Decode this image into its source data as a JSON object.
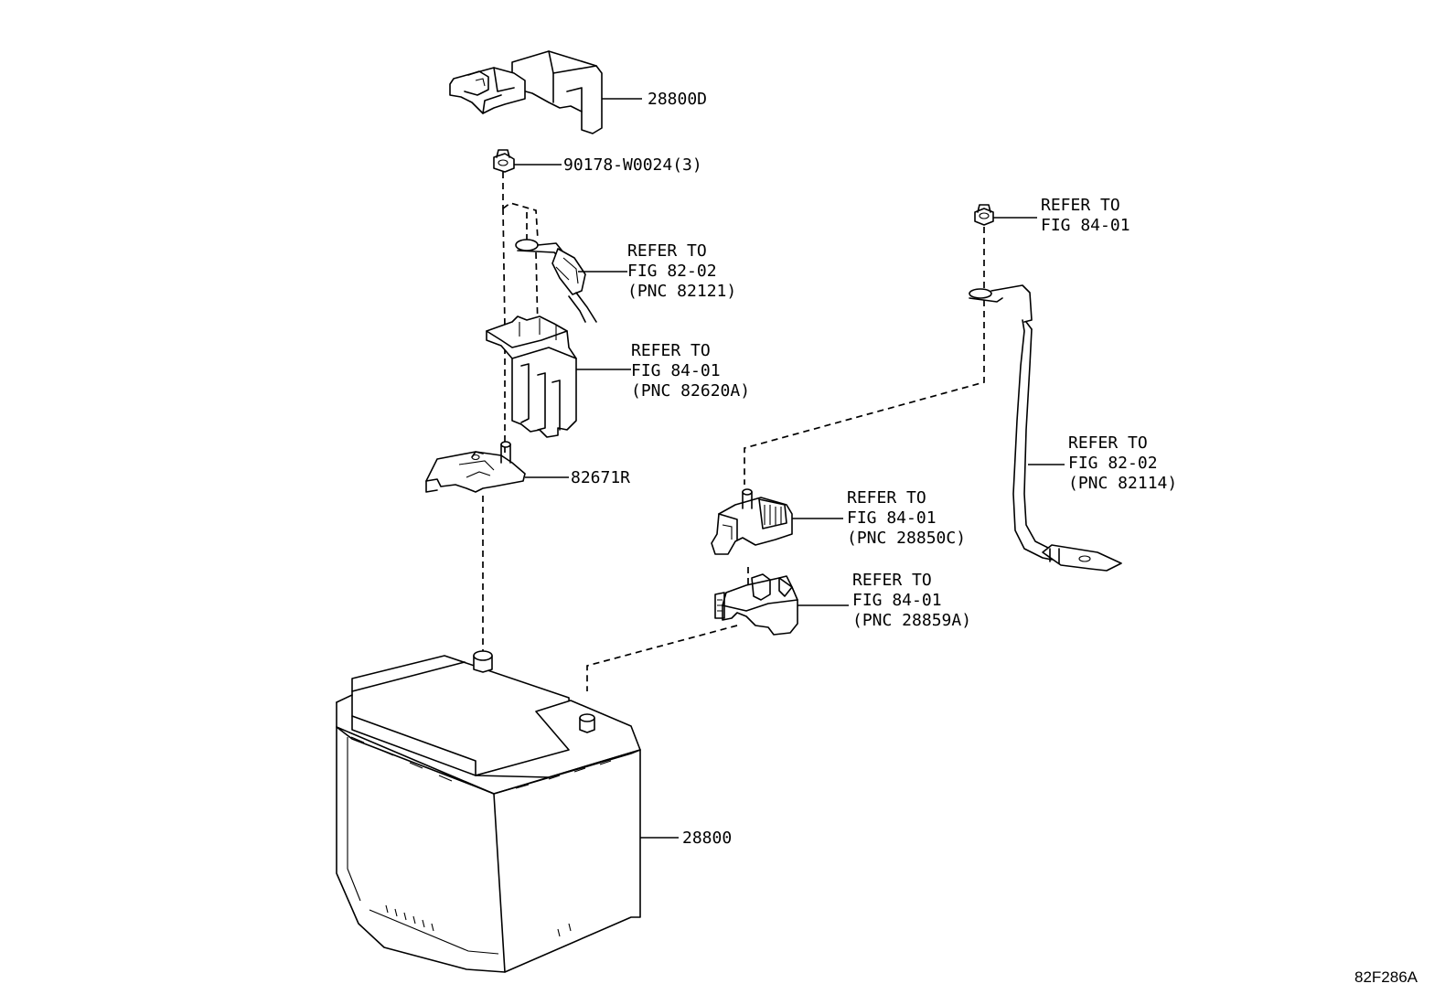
{
  "parts": {
    "cover_28800d": "28800D",
    "nut_90178": "90178-W0024(3)",
    "bracket_82671r": "82671R",
    "battery_28800": "28800"
  },
  "refs": {
    "nut_right": [
      "REFER TO",
      "FIG 84-01"
    ],
    "wire_82121": [
      "REFER TO",
      "FIG 82-02",
      "(PNC 82121)"
    ],
    "fuse_82620a": [
      "REFER TO",
      "FIG 84-01",
      "(PNC 82620A)"
    ],
    "cable_82114": [
      "REFER TO",
      "FIG 82-02",
      "(PNC 82114)"
    ],
    "clamp_28850c": [
      "REFER TO",
      "FIG 84-01",
      "(PNC 28850C)"
    ],
    "cover_28859a": [
      "REFER TO",
      "FIG 84-01",
      "(PNC 28859A)"
    ]
  },
  "figure_code": "82F286A"
}
